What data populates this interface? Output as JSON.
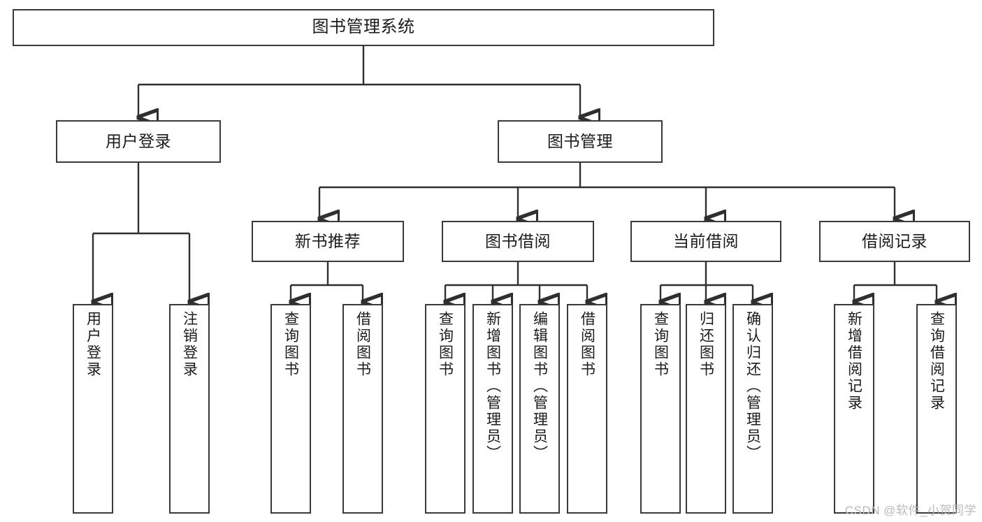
{
  "diagram": {
    "title": "图书管理系统",
    "type": "tree",
    "watermark": "CSDN @软件_小贺同学",
    "colors": {
      "box_border": "#3a3a3a",
      "box_fill": "#ffffff",
      "connector": "#2f2f2f",
      "text": "#1b1b1b",
      "watermark": "#b9b9b9"
    },
    "nodes": {
      "root": {
        "label": "图书管理系统"
      },
      "level2": [
        {
          "key": "user_login",
          "label": "用户登录"
        },
        {
          "key": "book_manage",
          "label": "图书管理"
        }
      ],
      "level3": [
        {
          "key": "new_book_rec",
          "label": "新书推荐"
        },
        {
          "key": "book_borrow",
          "label": "图书借阅"
        },
        {
          "key": "current_borrow",
          "label": "当前借阅"
        },
        {
          "key": "borrow_record",
          "label": "借阅记录"
        }
      ],
      "leaves": {
        "user_login": [
          {
            "key": "leaf-user-login",
            "label": "用户登录"
          },
          {
            "key": "leaf-logout-login",
            "label": "注销登录"
          }
        ],
        "new_book_rec": [
          {
            "key": "leaf-query-book-1",
            "label": "查询图书"
          },
          {
            "key": "leaf-borrow-book-1",
            "label": "借阅图书"
          }
        ],
        "book_borrow": [
          {
            "key": "leaf-query-book-2",
            "label": "查询图书"
          },
          {
            "key": "leaf-add-book-admin",
            "label": "新增图书（管理员）"
          },
          {
            "key": "leaf-edit-book-admin",
            "label": "编辑图书（管理员）"
          },
          {
            "key": "leaf-borrow-book-2",
            "label": "借阅图书"
          }
        ],
        "current_borrow": [
          {
            "key": "leaf-query-book-3",
            "label": "查询图书"
          },
          {
            "key": "leaf-return-book",
            "label": "归还图书"
          },
          {
            "key": "leaf-confirm-return-admin",
            "label": "确认归还（管理员）"
          }
        ],
        "borrow_record": [
          {
            "key": "leaf-add-borrow-record",
            "label": "新增借阅记录"
          },
          {
            "key": "leaf-query-borrow-record",
            "label": "查询借阅记录"
          }
        ]
      }
    }
  }
}
